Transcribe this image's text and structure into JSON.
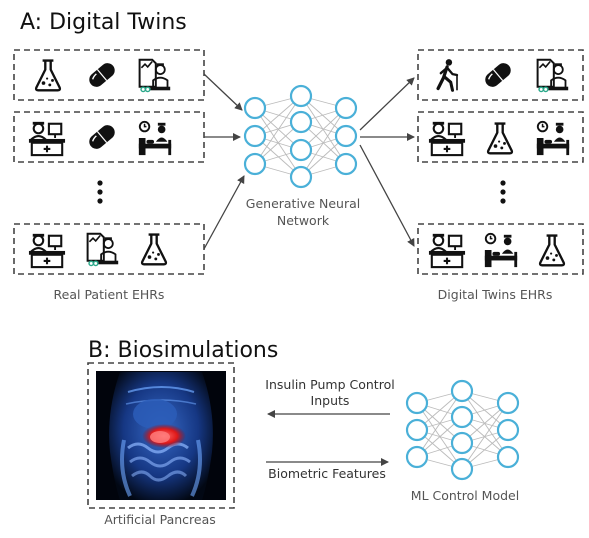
{
  "section_a": {
    "title": "A: Digital Twins",
    "network_label_line1": "Generative Neural",
    "network_label_line2": "Network",
    "left_caption": "Real Patient EHRs",
    "right_caption": "Digital Twins EHRs",
    "left_records": [
      [
        "flask-icon",
        "pill-icon",
        "doctor-clipboard-icon"
      ],
      [
        "doctor-desk-icon",
        "pill-icon",
        "hospital-bed-icon"
      ],
      [
        "doctor-desk-icon",
        "doctor-clipboard-icon",
        "flask-icon"
      ]
    ],
    "right_records": [
      [
        "walking-person-icon",
        "pill-icon",
        "doctor-clipboard-icon"
      ],
      [
        "doctor-desk-icon",
        "flask-icon",
        "hospital-bed-icon"
      ],
      [
        "doctor-desk-icon",
        "hospital-bed-icon",
        "flask-icon"
      ]
    ]
  },
  "section_b": {
    "title": "B: Biosimulations",
    "image_caption": "Artificial Pancreas",
    "arrow_top_line1": "Insulin Pump Control",
    "arrow_top_line2": "Inputs",
    "arrow_bottom_label": "Biometric Features",
    "model_label": "ML Control Model"
  },
  "colors": {
    "node_stroke": "#4ab0d8",
    "edge": "#bbbbbb",
    "arrow": "#444444",
    "box_dash": "#444444"
  }
}
